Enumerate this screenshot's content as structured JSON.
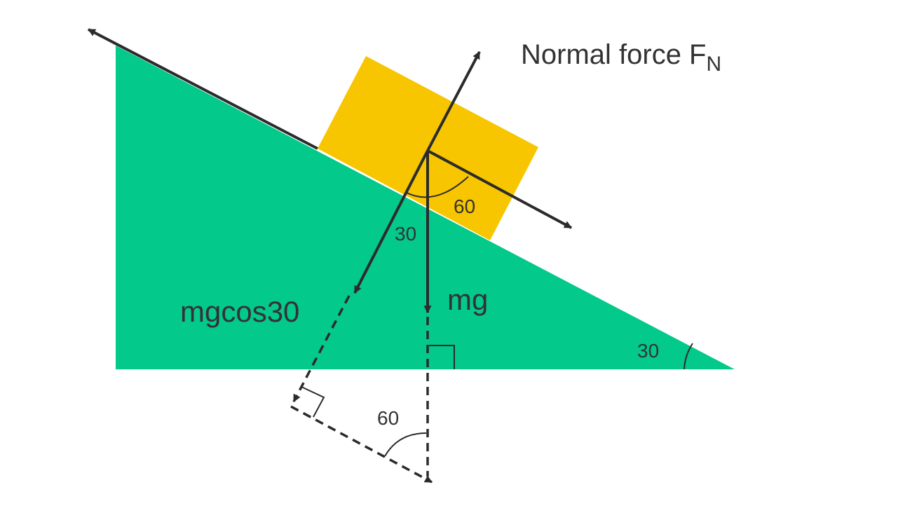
{
  "colors": {
    "incline": "#03c98a",
    "block": "#f7c600",
    "stroke": "#2b2b2b",
    "background": "#ffffff"
  },
  "labels": {
    "normal_force": "Normal force F",
    "normal_force_subscript": "N",
    "weight": "mg",
    "component": "mgcos30",
    "angle_30_vector": "30",
    "angle_60_block": "60",
    "angle_30_incline": "30",
    "angle_60_triangle": "60"
  }
}
